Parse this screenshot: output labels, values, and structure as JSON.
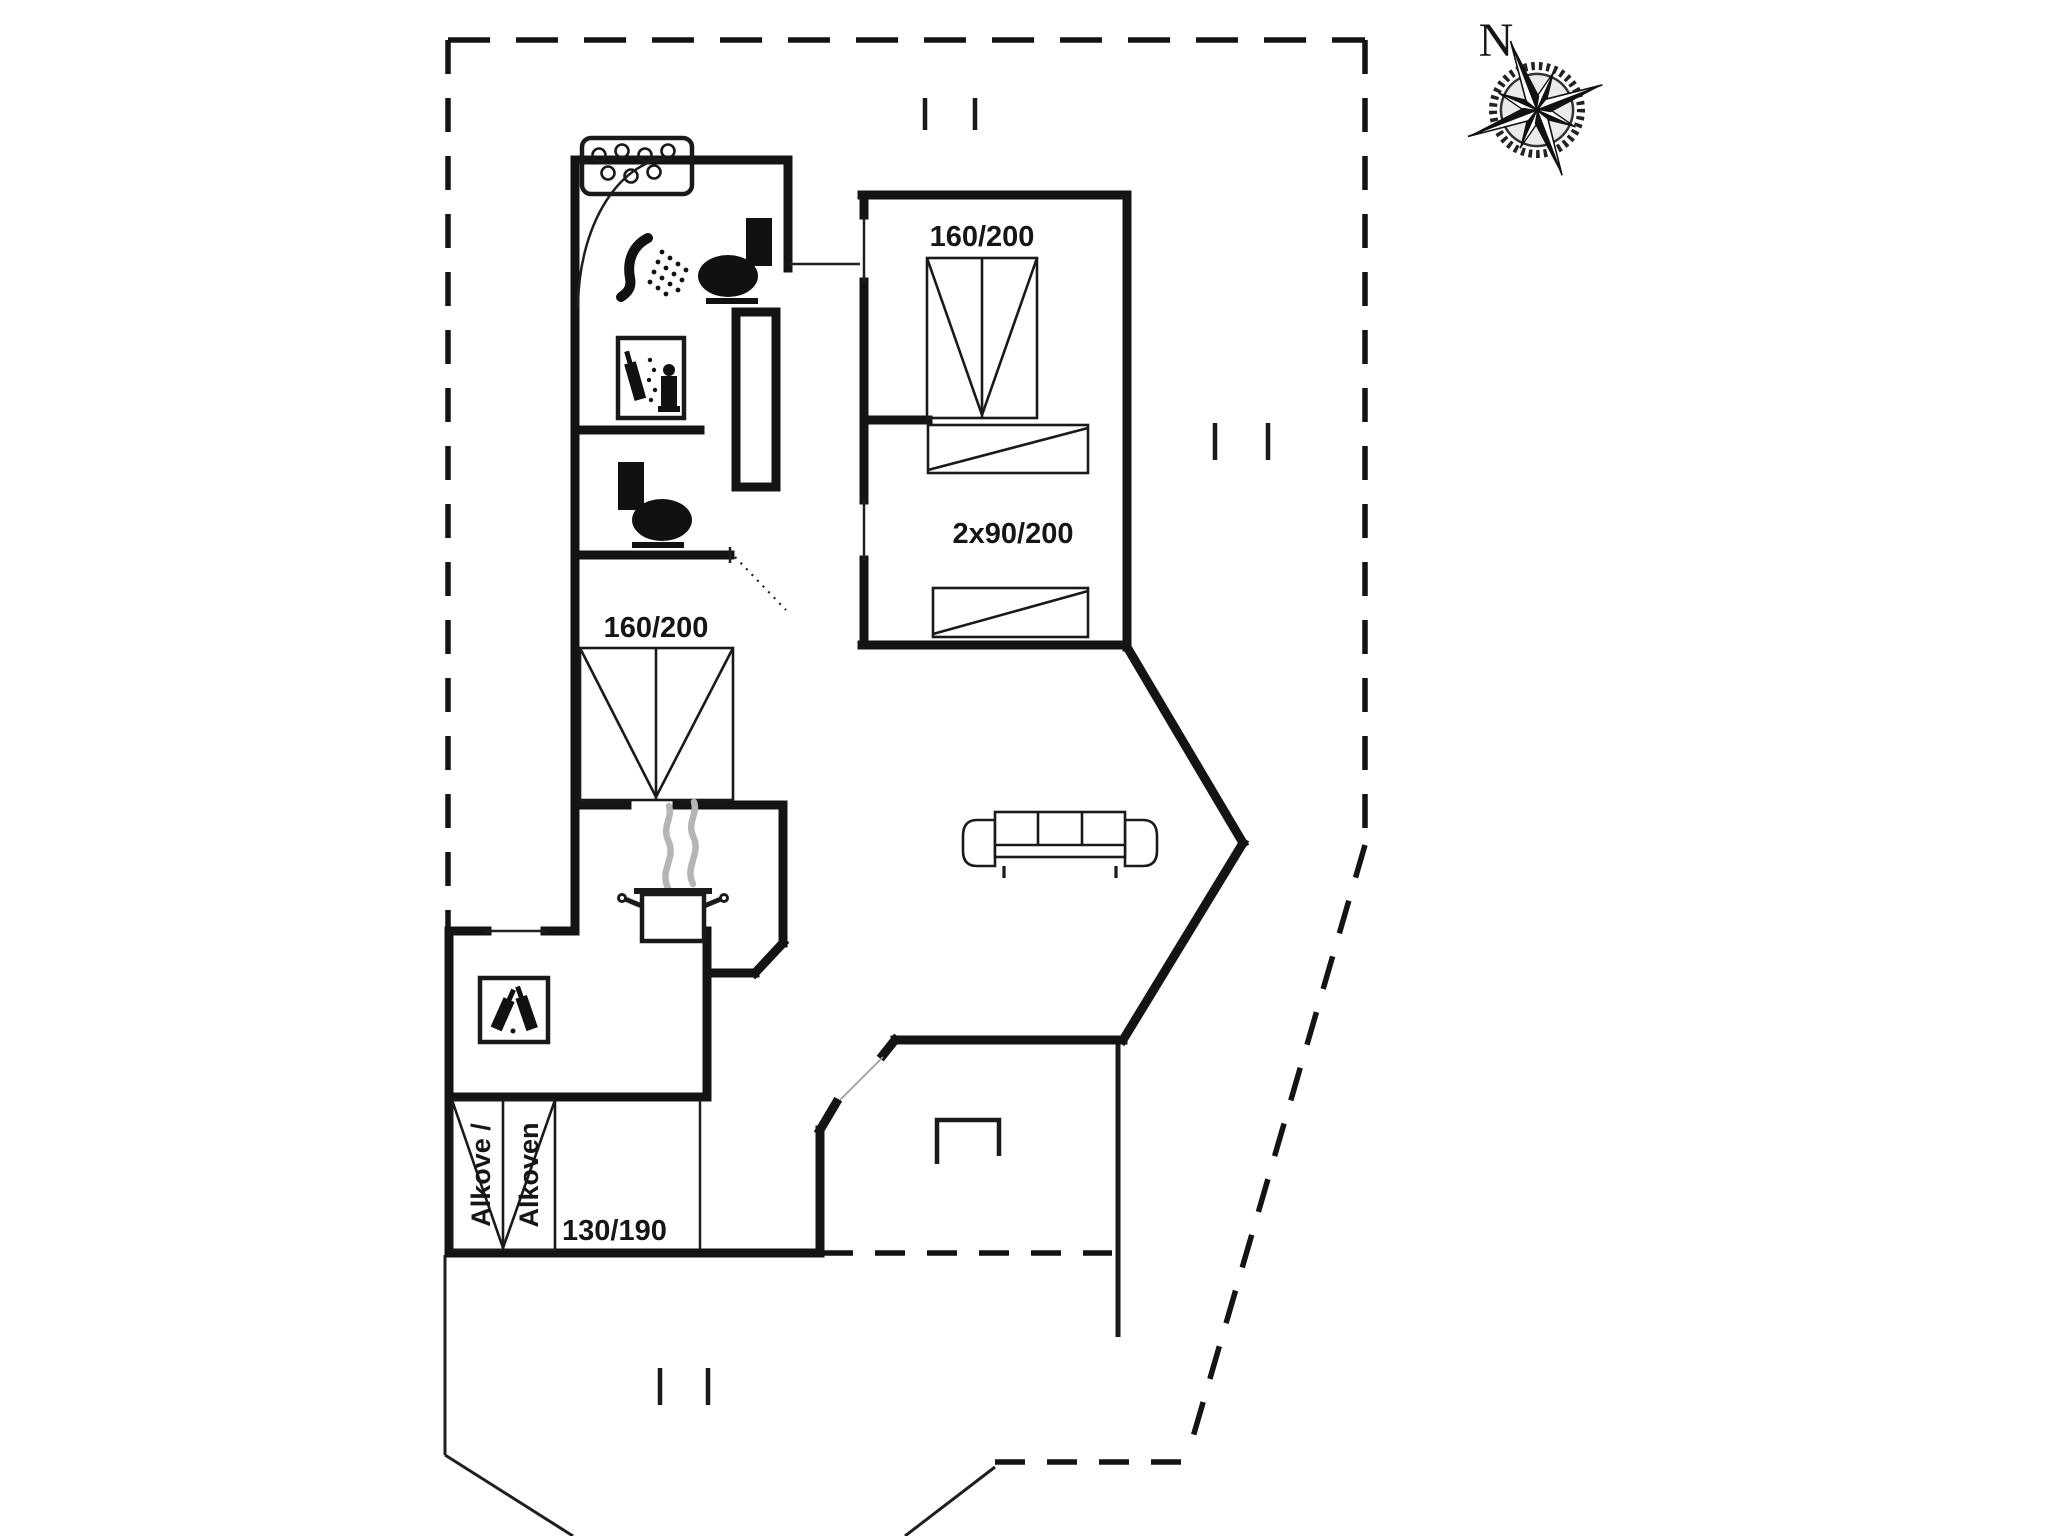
{
  "compass": {
    "label": "N"
  },
  "labels": {
    "bedroom_top_bed": "160/200",
    "bedroom_middle_beds": "2x90/200",
    "bedroom_left_bed": "160/200",
    "alcove_name_line1": "Alkove /",
    "alcove_name_line2": "Alkoven",
    "alcove_bed": "130/190"
  },
  "colors": {
    "wall": "#141414",
    "thin_line": "#1f1f1f",
    "boundary": "#141414",
    "steam_gray": "#b5b5b5",
    "swing_gray": "#9a9a9a",
    "compass_shade": "#d9d9d9"
  },
  "icons": [
    "compass-rose-icon",
    "spa-bath-icon",
    "shower-icon",
    "toilet-icon",
    "toilet-icon",
    "washing-machine-icon",
    "bottle-rack-icon",
    "cooking-pot-icon",
    "sofa-icon",
    "fireplace-icon"
  ]
}
